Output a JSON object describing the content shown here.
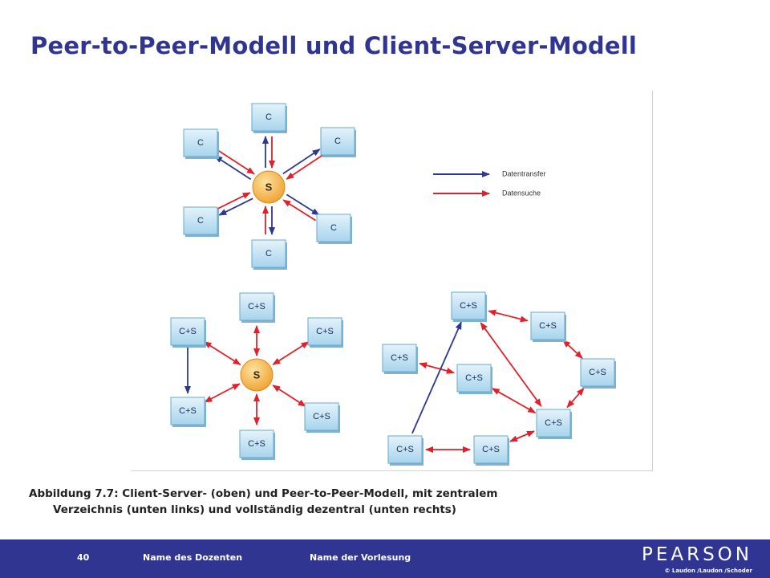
{
  "slide": {
    "title": "Peer-to-Peer-Modell und Client-Server-Modell",
    "caption_line1": "Abbildung 7.7: Client-Server- (oben) und Peer-to-Peer-Modell, mit zentralem",
    "caption_line2": "Verzeichnis (unten links) und vollständig dezentral (unten rechts)"
  },
  "legend": {
    "transfer_label": "Datentransfer",
    "search_label": "Datensuche",
    "transfer_color": "#2b3990",
    "search_color": "#e0202a"
  },
  "diagram": {
    "client_label": "C",
    "server_label": "S",
    "peer_label": "C+S"
  },
  "footer": {
    "page_number": "40",
    "lecturer": "Name des Dozenten",
    "lecture": "Name der Vorlesung",
    "logo": "PEARSON",
    "copyright": "© Laudon /Laudon /Schoder",
    "background": "#2f3590"
  }
}
